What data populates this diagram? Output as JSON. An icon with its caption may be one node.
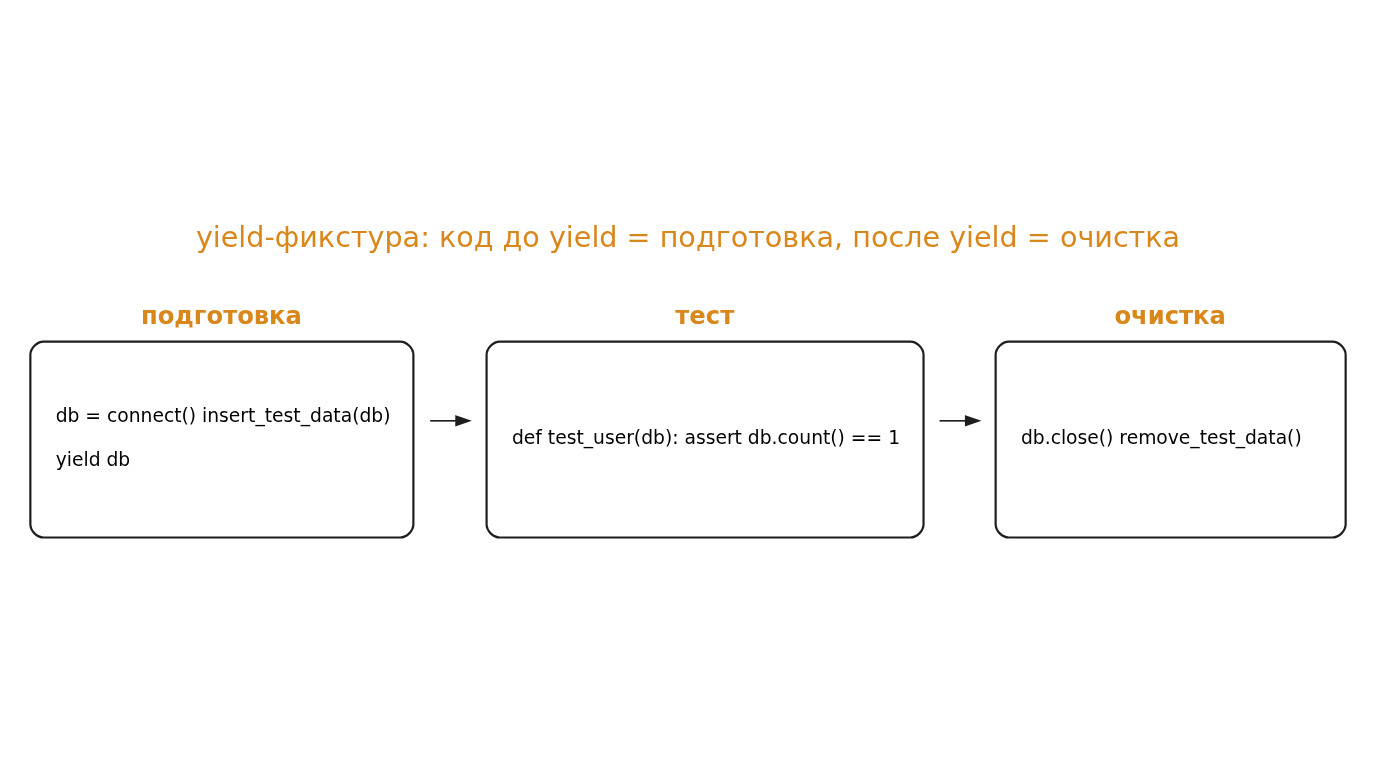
{
  "diagram": {
    "title": "yield-фикстура: код до yield = подготовка, после yield = очистка",
    "nodes": [
      {
        "text": [
          "подготовка",
          "db = connect() insert_test_data(db)",
          "yield db"
        ]
      },
      {
        "text": [
          "тест",
          "def test_user(db): assert db.count() == 1"
        ]
      },
      {
        "text": [
          "очистка",
          "db.close() remove_test_data()"
        ]
      }
    ],
    "edges": [
      {
        "from": 0,
        "to": 1,
        "arrow": "to"
      },
      {
        "from": 1,
        "to": 2,
        "arrow": "to"
      }
    ]
  }
}
